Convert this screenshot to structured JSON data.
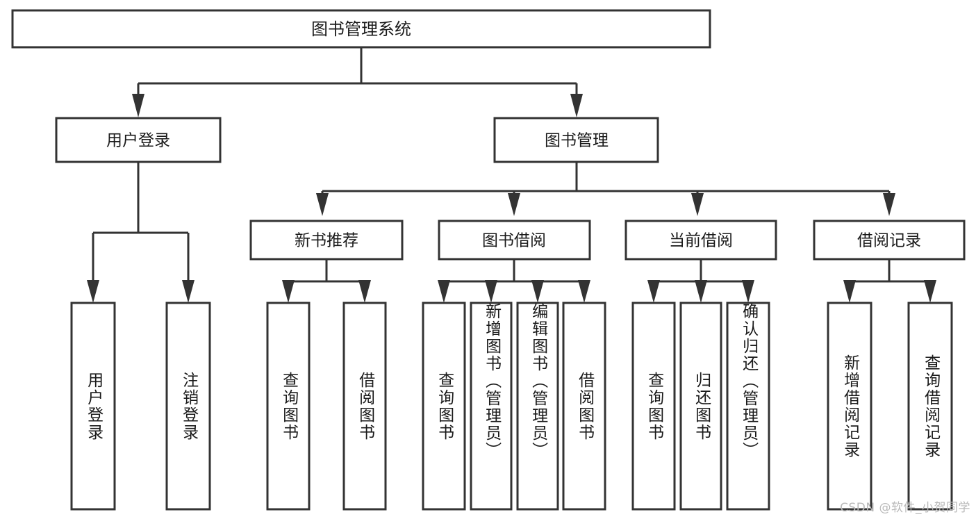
{
  "diagram": {
    "title": "图书管理系统",
    "type": "hierarchy-tree",
    "watermark": "CSDN @软件_小贺同学",
    "colors": {
      "stroke": "#333333",
      "fill": "#ffffff",
      "text": "#1a1a1a",
      "watermark": "#b9b9b9"
    },
    "levels": {
      "root": {
        "label": "图书管理系统"
      },
      "level2": [
        {
          "id": "user-login",
          "label": "用户登录"
        },
        {
          "id": "book-management",
          "label": "图书管理"
        }
      ],
      "level3": [
        {
          "id": "new-book-recommend",
          "label": "新书推荐",
          "parent": "book-management"
        },
        {
          "id": "book-borrow",
          "label": "图书借阅",
          "parent": "book-management"
        },
        {
          "id": "current-borrow",
          "label": "当前借阅",
          "parent": "book-management"
        },
        {
          "id": "borrow-record",
          "label": "借阅记录",
          "parent": "book-management"
        }
      ],
      "leaves": [
        {
          "id": "leaf-user-login",
          "label": "用户登录",
          "parent": "user-login"
        },
        {
          "id": "leaf-logout-login",
          "label": "注销登录",
          "parent": "user-login"
        },
        {
          "id": "leaf-query-book-1",
          "label": "查询图书",
          "parent": "new-book-recommend"
        },
        {
          "id": "leaf-borrow-book-1",
          "label": "借阅图书",
          "parent": "new-book-recommend"
        },
        {
          "id": "leaf-query-book-2",
          "label": "查询图书",
          "parent": "book-borrow"
        },
        {
          "id": "leaf-add-book",
          "label": "新增图书（管理员）",
          "parent": "book-borrow"
        },
        {
          "id": "leaf-edit-book",
          "label": "编辑图书（管理员）",
          "parent": "book-borrow"
        },
        {
          "id": "leaf-borrow-book-2",
          "label": "借阅图书",
          "parent": "book-borrow"
        },
        {
          "id": "leaf-query-book-3",
          "label": "查询图书",
          "parent": "current-borrow"
        },
        {
          "id": "leaf-return-book",
          "label": "归还图书",
          "parent": "current-borrow"
        },
        {
          "id": "leaf-confirm-return",
          "label": "确认归还（管理员）",
          "parent": "current-borrow"
        },
        {
          "id": "leaf-add-record",
          "label": "新增借阅记录",
          "parent": "borrow-record"
        },
        {
          "id": "leaf-query-record",
          "label": "查询借阅记录",
          "parent": "borrow-record"
        }
      ]
    }
  }
}
